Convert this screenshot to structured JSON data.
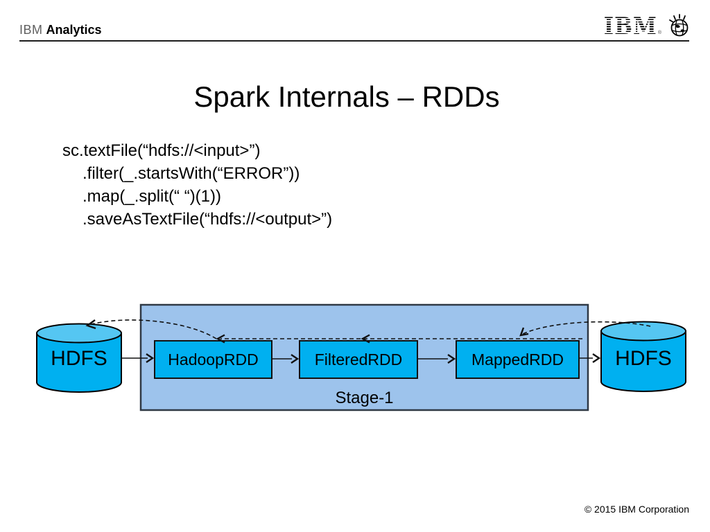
{
  "header": {
    "brand_ibm": "IBM",
    "brand_product": "Analytics",
    "logo_text": "IBM",
    "logo_reg": "®"
  },
  "title": "Spark Internals – RDDs",
  "code": {
    "lines": [
      "sc.textFile(“hdfs://<input>”)",
      ".filter(_.startsWith(“ERROR”))",
      ".map(_.split(“ “)(1))",
      ".saveAsTextFile(“hdfs://<output>”)"
    ]
  },
  "diagram": {
    "hdfs_left_label": "HDFS",
    "hdfs_right_label": "HDFS",
    "nodes": [
      "HadoopRDD",
      "FilteredRDD",
      "MappedRDD"
    ],
    "stage_label": "Stage-1",
    "colors": {
      "cylinder_fill": "#00b0f0",
      "cylinder_top": "#55c6f2",
      "node_fill": "#00b0f0",
      "stage_fill": "#9dc3ec",
      "stage_border": "#2f3945",
      "line_color": "#111111"
    }
  },
  "footer": {
    "copyright": "© 2015 IBM Corporation"
  }
}
